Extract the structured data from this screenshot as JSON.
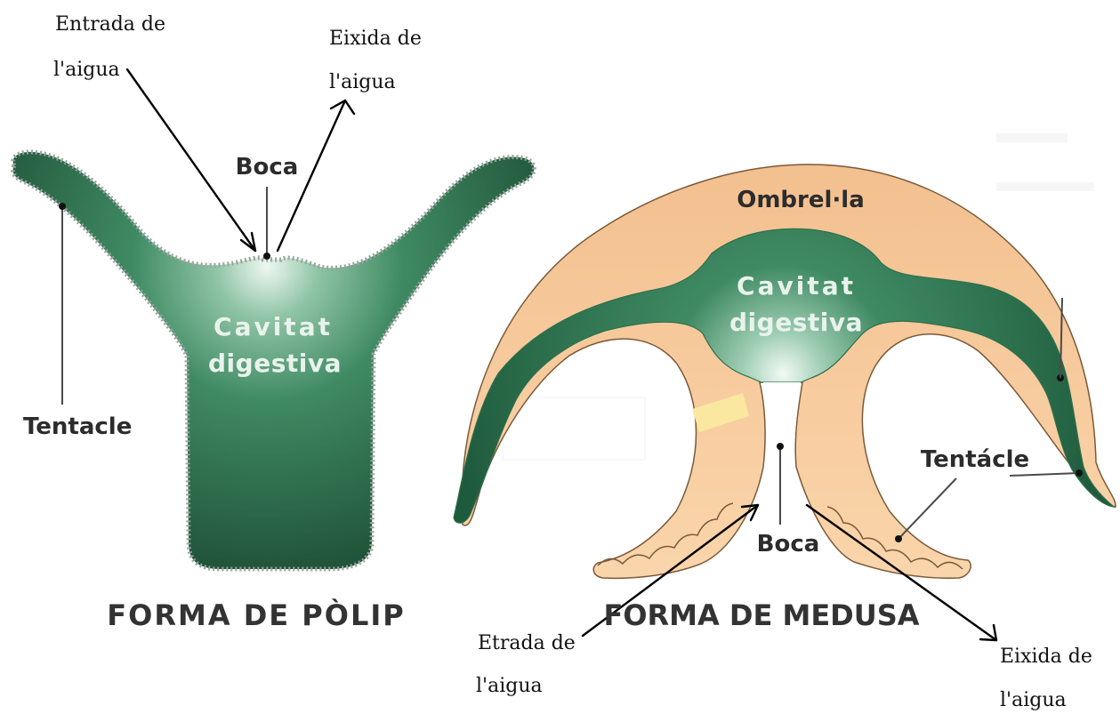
{
  "polyp": {
    "boca": "Boca",
    "cavitat_line1": "Cavitat",
    "cavitat_line2": "digestiva",
    "tentacle": "Tentacle",
    "title": "FORMA DE PÒLIP",
    "entrada_line1": "Entrada de",
    "entrada_line2": "l'aigua",
    "eixida_line1": "Eixida de",
    "eixida_line2": "l'aigua"
  },
  "medusa": {
    "ombrella": "Ombrel·la",
    "cavitat_line1": "Cavitat",
    "cavitat_line2": "digestiva",
    "tentacle": "Tentácle",
    "boca": "Boca",
    "title": "FORMA DE MEDUSA",
    "etrada_line1": "Etrada de",
    "etrada_line2": "l'aigua",
    "eixida_line1": "Eixida de",
    "eixida_line2": "l'aigua"
  },
  "colors": {
    "green_dark": "#1e5e3f",
    "green_mid": "#3f8a63",
    "green_light": "#e9f5ef",
    "medusa_tan": "#f6c99a",
    "medusa_outline": "#8a6a4a",
    "yellow_patch": "#fbe8a0"
  }
}
